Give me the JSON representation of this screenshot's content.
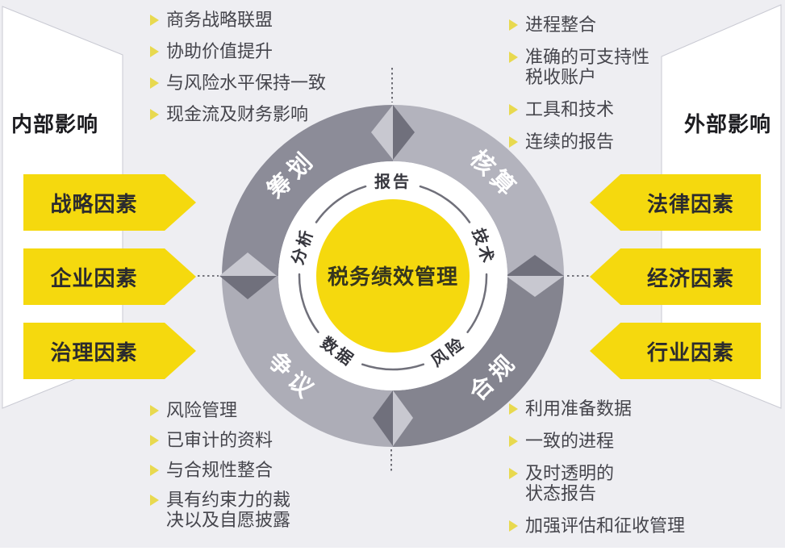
{
  "title": {
    "center": "税务绩效管理"
  },
  "colors": {
    "background": "#EEEEF2",
    "panel": "#FFFFFF",
    "yellow": "#F5D90E",
    "bullet_yellow": "#E8D94F",
    "ring_nw": "#8C8C98",
    "ring_ne": "#B3B3BD",
    "ring_se": "#84848F",
    "ring_sw": "#ADADB7",
    "diamond_light": "#C8C8D0",
    "diamond_dark": "#70707C",
    "inner_ring": "#FFFFFF"
  },
  "ring": {
    "quadrants": [
      "筹划",
      "核算",
      "合规",
      "争议"
    ],
    "inner_labels": [
      "报告",
      "技术",
      "风险",
      "数据",
      "分析"
    ]
  },
  "left_panel": {
    "heading": "内部影响",
    "factors": [
      "战略因素",
      "企业因素",
      "治理因素"
    ]
  },
  "right_panel": {
    "heading": "外部影响",
    "factors": [
      "法律因素",
      "经济因素",
      "行业因素"
    ]
  },
  "lists": {
    "top_left": {
      "items": [
        {
          "lines": [
            "商务战略联盟"
          ]
        },
        {
          "lines": [
            "协助价值提升"
          ]
        },
        {
          "lines": [
            "与风险水平保持一致"
          ]
        },
        {
          "lines": [
            "现金流及财务影响"
          ]
        }
      ]
    },
    "top_right": {
      "items": [
        {
          "lines": [
            "进程整合"
          ]
        },
        {
          "lines": [
            "准确的可支持性",
            "税收账户"
          ]
        },
        {
          "lines": [
            "工具和技术"
          ]
        },
        {
          "lines": [
            "连续的报告"
          ]
        }
      ]
    },
    "bottom_left": {
      "items": [
        {
          "lines": [
            "风险管理"
          ]
        },
        {
          "lines": [
            "已审计的资料"
          ]
        },
        {
          "lines": [
            "与合规性整合"
          ]
        },
        {
          "lines": [
            "具有约束力的裁",
            "决以及自愿披露"
          ]
        }
      ]
    },
    "bottom_right": {
      "items": [
        {
          "lines": [
            "利用准备数据"
          ]
        },
        {
          "lines": [
            "一致的进程"
          ]
        },
        {
          "lines": [
            "及时透明的",
            "状态报告"
          ]
        },
        {
          "lines": [
            "加强评估和征收管理"
          ]
        }
      ]
    }
  }
}
